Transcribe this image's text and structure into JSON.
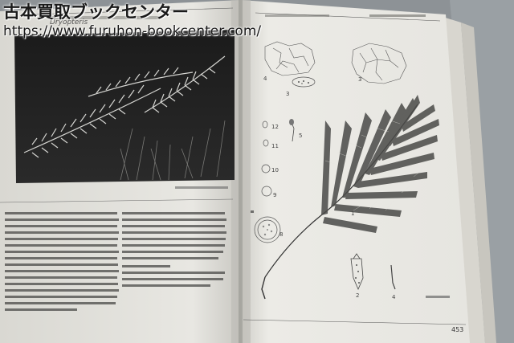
{
  "watermark": {
    "title": "古本買取ブックセンター",
    "url": "https://www.furuhon-bookcenter.com/"
  },
  "book": {
    "header_species": "Dryopteris",
    "page_number": "453",
    "figure_numbers": [
      "4",
      "3",
      "3",
      "12",
      "5",
      "11",
      "10",
      "9",
      "1",
      "8",
      "2",
      "4"
    ]
  }
}
